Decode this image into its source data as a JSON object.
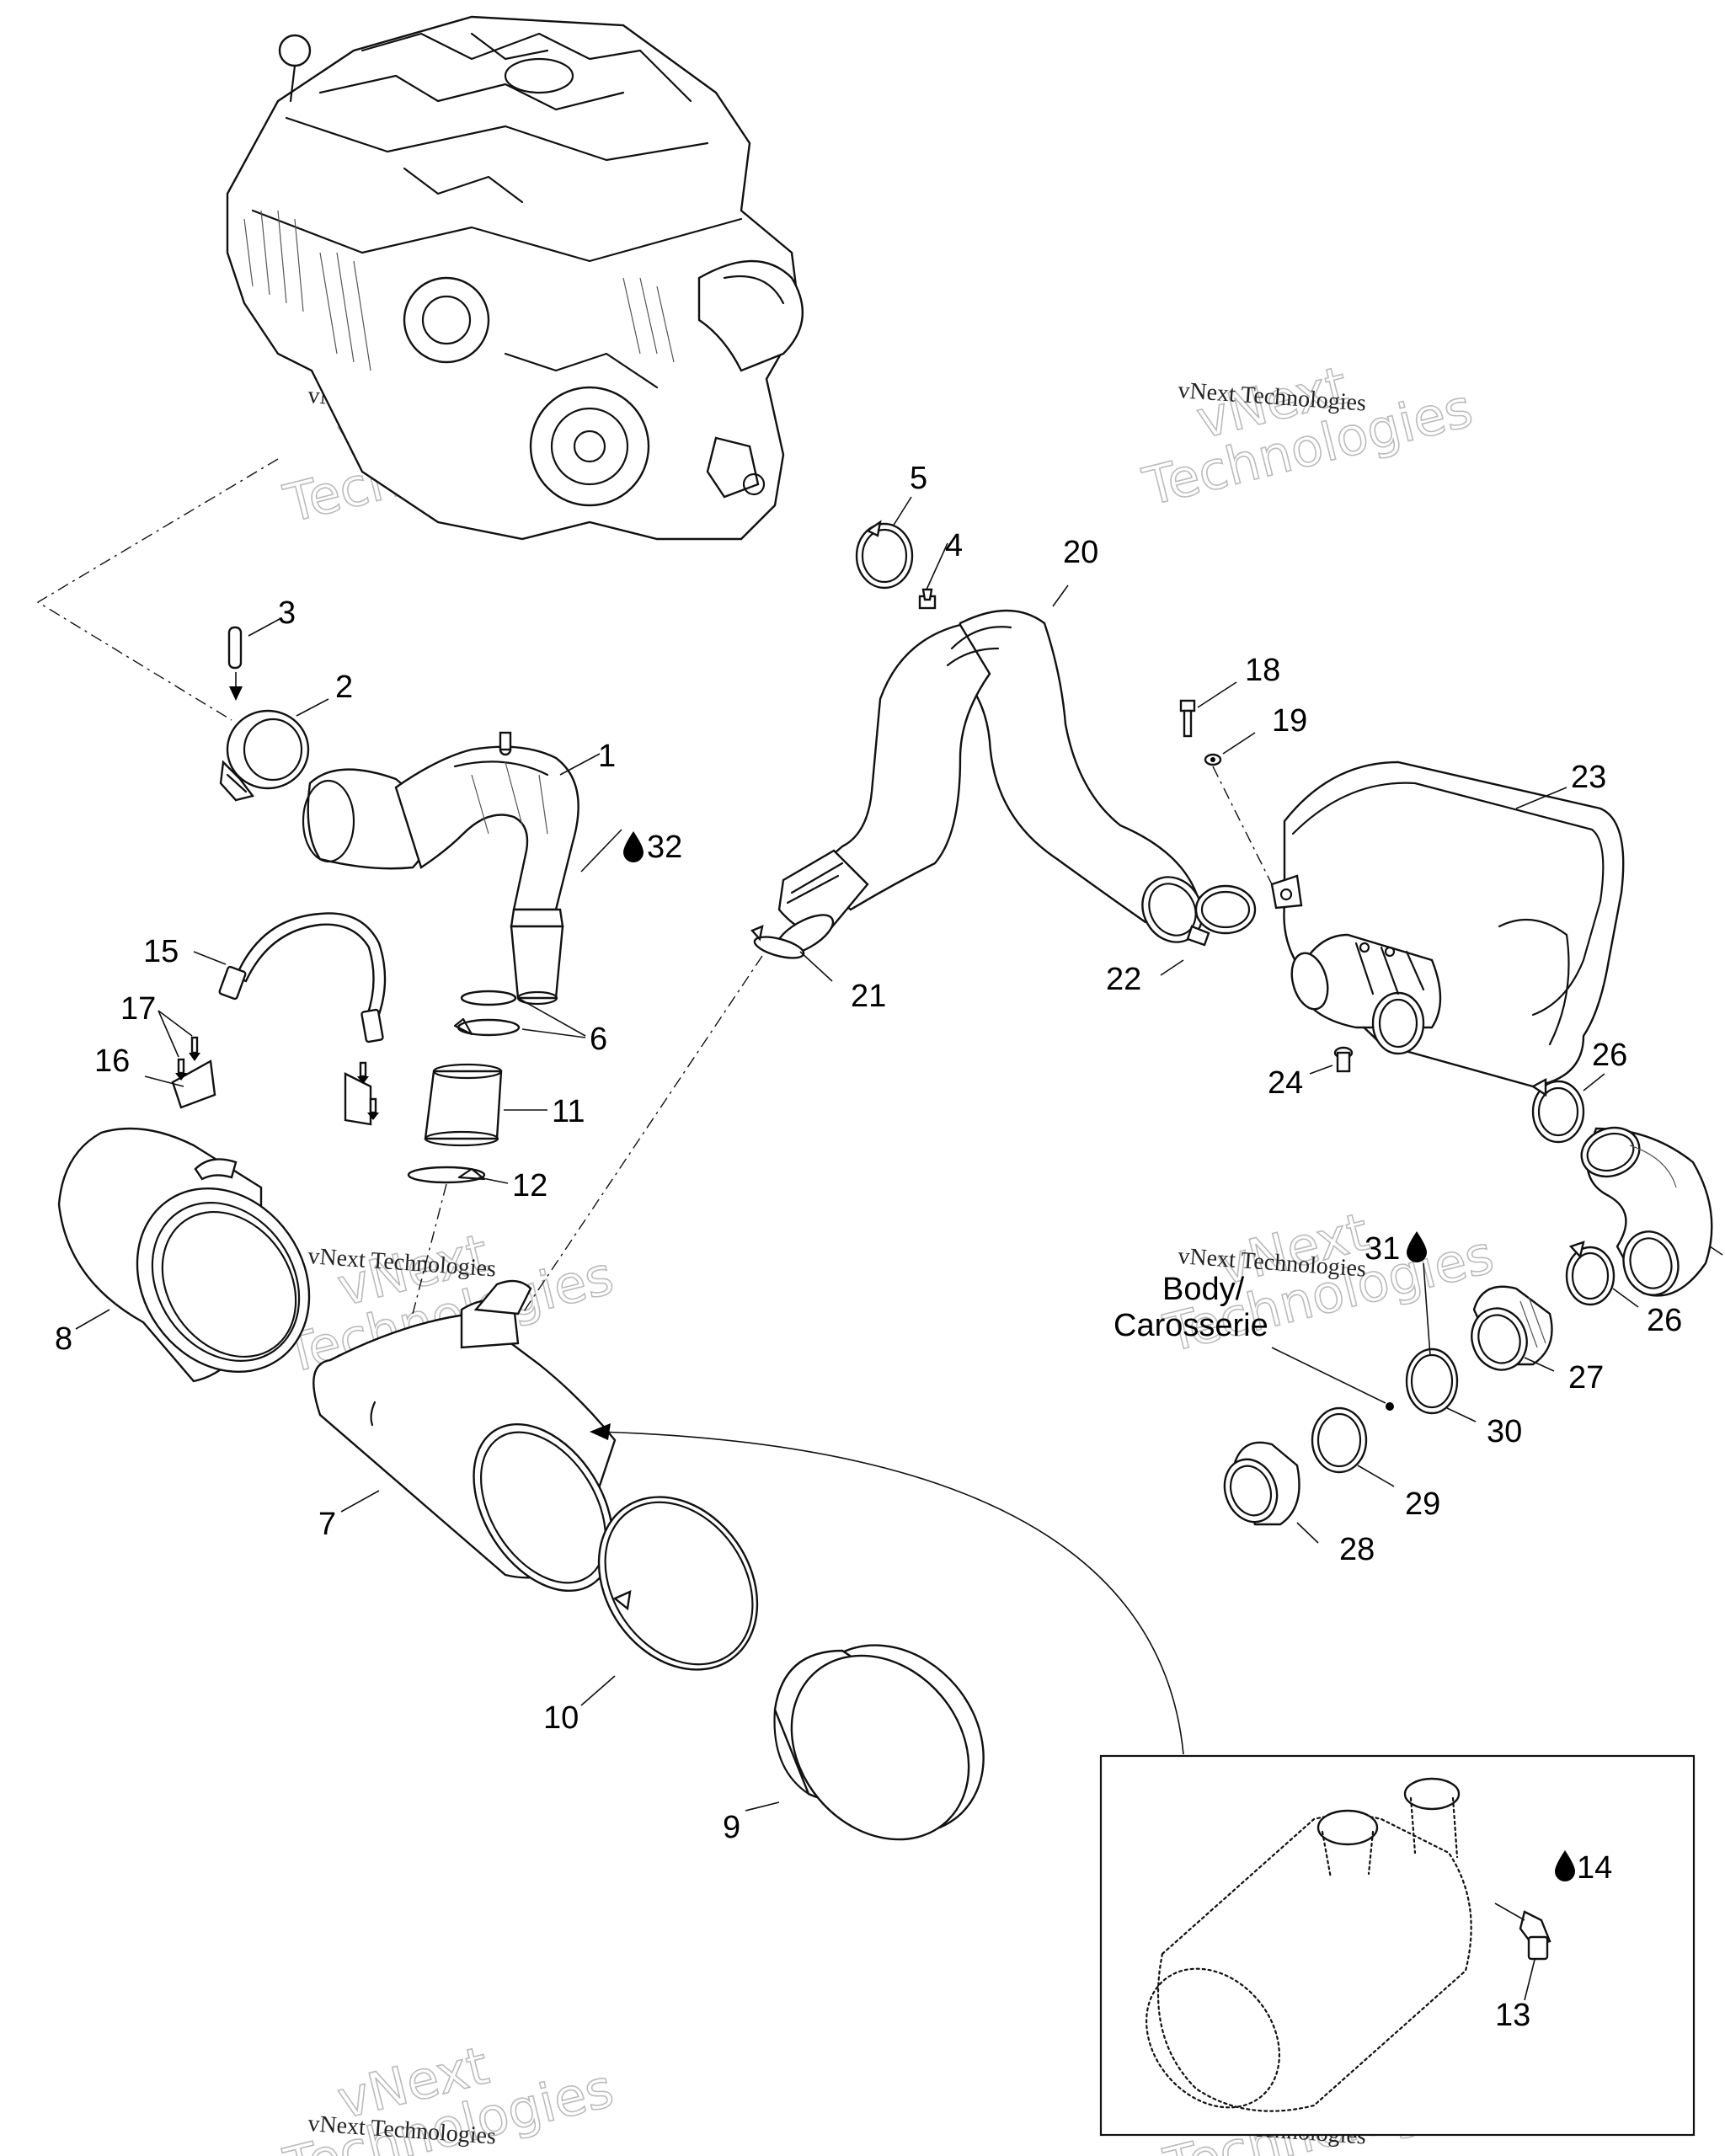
{
  "watermark": {
    "small": "vNext Technologies",
    "line1": "vNext",
    "line2": "Technologies"
  },
  "callouts": [
    {
      "id": "c1",
      "label": "1"
    },
    {
      "id": "c2",
      "label": "2"
    },
    {
      "id": "c3",
      "label": "3"
    },
    {
      "id": "c4",
      "label": "4"
    },
    {
      "id": "c5",
      "label": "5"
    },
    {
      "id": "c6",
      "label": "6"
    },
    {
      "id": "c7",
      "label": "7"
    },
    {
      "id": "c8",
      "label": "8"
    },
    {
      "id": "c9",
      "label": "9"
    },
    {
      "id": "c10",
      "label": "10"
    },
    {
      "id": "c11",
      "label": "11"
    },
    {
      "id": "c12",
      "label": "12"
    },
    {
      "id": "c13",
      "label": "13"
    },
    {
      "id": "c14",
      "label": "14"
    },
    {
      "id": "c15",
      "label": "15"
    },
    {
      "id": "c16",
      "label": "16"
    },
    {
      "id": "c17",
      "label": "17"
    },
    {
      "id": "c18",
      "label": "18"
    },
    {
      "id": "c19",
      "label": "19"
    },
    {
      "id": "c20",
      "label": "20"
    },
    {
      "id": "c21",
      "label": "21"
    },
    {
      "id": "c22",
      "label": "22"
    },
    {
      "id": "c23",
      "label": "23"
    },
    {
      "id": "c24",
      "label": "24"
    },
    {
      "id": "c26a",
      "label": "26"
    },
    {
      "id": "c26b",
      "label": "26"
    },
    {
      "id": "c27",
      "label": "27"
    },
    {
      "id": "c28",
      "label": "28"
    },
    {
      "id": "c29",
      "label": "29"
    },
    {
      "id": "c30",
      "label": "30"
    },
    {
      "id": "c31",
      "label": "31"
    },
    {
      "id": "c32",
      "label": "32"
    }
  ],
  "body_label": {
    "line1": "Body/",
    "line2": "Carosserie"
  },
  "icons": {
    "sealant": "drop-icon"
  }
}
